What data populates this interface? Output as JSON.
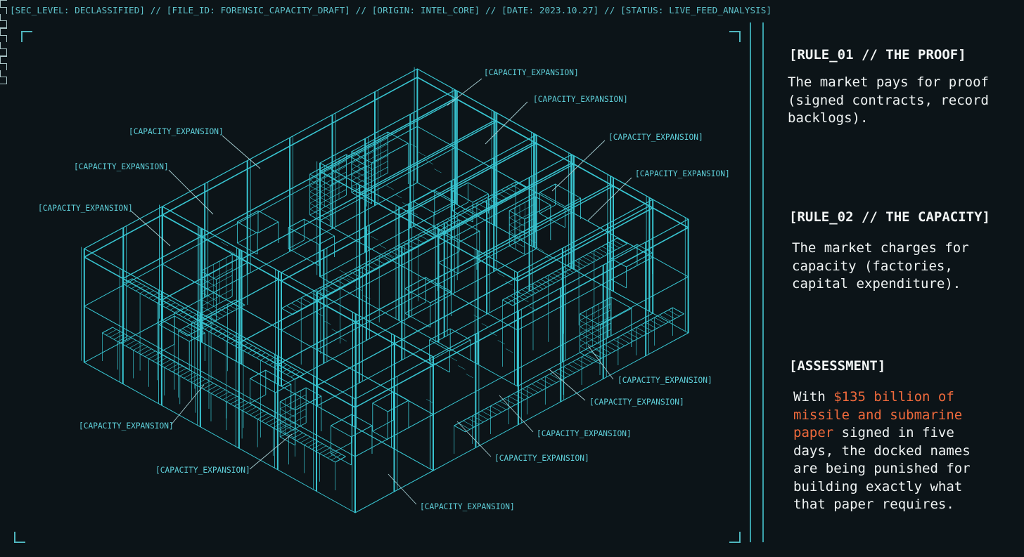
{
  "header": {
    "text": "[SEC_LEVEL: DECLASSIFIED] // [FILE_ID: FORENSIC_CAPACITY_DRAFT] // [ORIGIN: INTEL_CORE] // [DATE: 2023.10.27] // [STATUS: LIVE_FEED_ANALYSIS]"
  },
  "blueprint": {
    "callouts": [
      "[CAPACITY_EXPANSION]",
      "[CAPACITY_EXPANSION]",
      "[CAPACITY_EXPANSION]",
      "[CAPACITY_EXPANSION]",
      "[CAPACITY_EXPANSION]",
      "[CAPACITY_EXPANSION]",
      "[CAPACITY_EXPANSION]",
      "[CAPACITY_EXPANSION]",
      "[CAPACITY_EXPANSION]",
      "[CAPACITY_EXPANSION]",
      "[CAPACITY_EXPANSION]",
      "[CAPACITY_EXPANSION]",
      "[CAPACITY_EXPANSION]",
      "[CAPACITY_EXPANSION]"
    ]
  },
  "sidebar": {
    "rule1": {
      "title": "[RULE_01 // THE PROOF]",
      "body": "The market pays for proof\n(signed contracts, record\nbacklogs)."
    },
    "rule2": {
      "title": "[RULE_02 // THE CAPACITY]",
      "body": "The market charges for\ncapacity (factories,\ncapital expenditure)."
    },
    "assessment": {
      "title": "[ASSESSMENT]",
      "prefix": "With ",
      "highlight": "$135 billion of\nmissile and submarine\npaper",
      "suffix": " signed in five\ndays, the docked names\nare being punished for\nbuilding exactly what\nthat paper requires."
    }
  },
  "colors": {
    "background": "#0c1418",
    "line": "#38c4d0",
    "label": "#5fd0da",
    "text": "#eef2f2",
    "highlight": "#f06a3c"
  }
}
